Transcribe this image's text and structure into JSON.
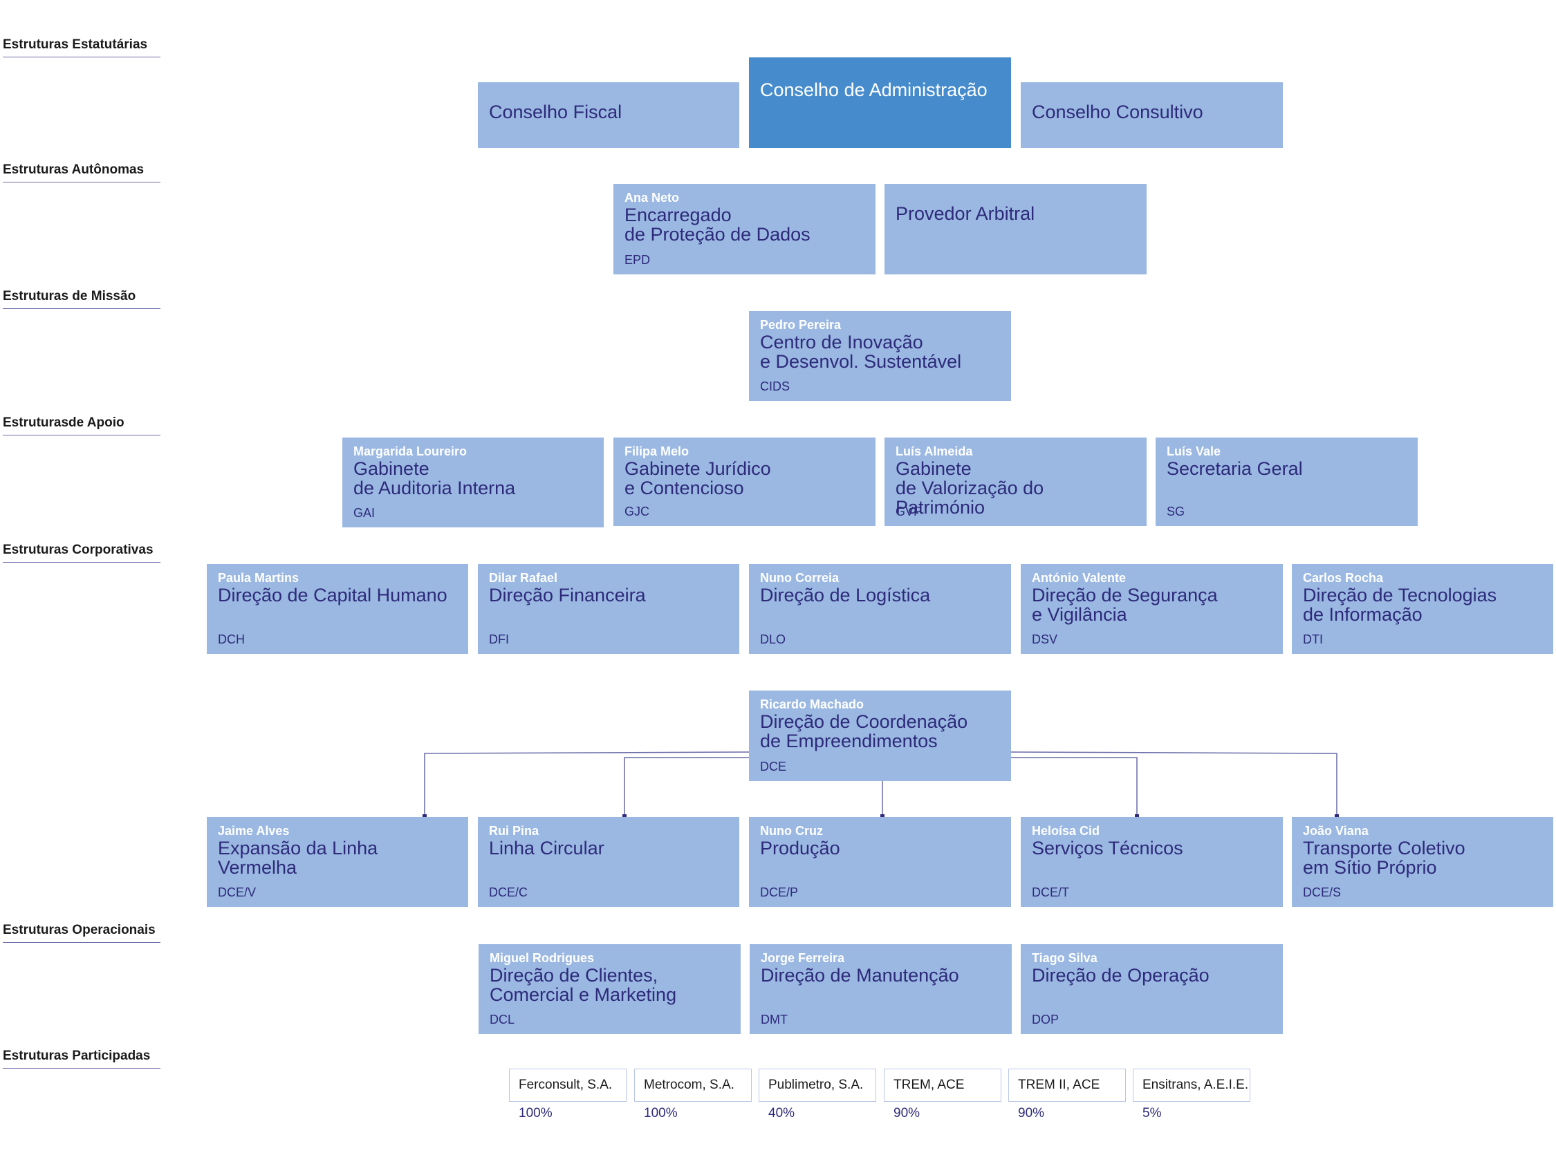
{
  "sections": {
    "estatutarias": "Estruturas Estatutárias",
    "autonomas": "Estruturas Autônomas",
    "missao": "Estruturas de Missão",
    "apoio": "Estruturasde Apoio",
    "corporativas": "Estruturas Corporativas",
    "operacionais": "Estruturas Operacionais",
    "participadas": "Estruturas Participadas"
  },
  "colors": {
    "box": "#9ab8e2",
    "box_highlight": "#468ccc",
    "text": "#2d2a7a",
    "line": "#6a6aa8"
  },
  "estatutarias": {
    "fiscal": "Conselho Fiscal",
    "administracao": "Conselho de Administração",
    "consultivo": "Conselho Consultivo"
  },
  "autonomas": {
    "epd": {
      "person": "Ana Neto",
      "title": "Encarregado\nde Proteção de Dados",
      "code": "EPD"
    },
    "provedor": "Provedor Arbitral"
  },
  "missao": {
    "cids": {
      "person": "Pedro Pereira",
      "title": "Centro de Inovação\ne Desenvol. Sustentável",
      "code": "CIDS"
    }
  },
  "apoio": [
    {
      "person": "Margarida Loureiro",
      "title": "Gabinete\nde Auditoria Interna",
      "code": "GAI"
    },
    {
      "person": "Filipa Melo",
      "title": "Gabinete Jurídico\ne Contencioso",
      "code": "GJC"
    },
    {
      "person": "Luís Almeida",
      "title": "Gabinete\nde Valorização do Património",
      "code": "GVP"
    },
    {
      "person": "Luís Vale",
      "title": "Secretaria Geral",
      "code": "SG"
    }
  ],
  "corporativas": [
    {
      "person": "Paula Martins",
      "title": "Direção de Capital Humano",
      "code": "DCH"
    },
    {
      "person": "Dilar Rafael",
      "title": "Direção Financeira",
      "code": "DFI"
    },
    {
      "person": "Nuno Correia",
      "title": "Direção de Logística",
      "code": "DLO"
    },
    {
      "person": "António Valente",
      "title": "Direção de Segurança\ne Vigilância",
      "code": "DSV"
    },
    {
      "person": "Carlos Rocha",
      "title": "Direção de Tecnologias\nde Informação",
      "code": "DTI"
    }
  ],
  "dce": {
    "person": "Ricardo Machado",
    "title": "Direção de Coordenação\nde Empreendimentos",
    "code": "DCE"
  },
  "dce_units": [
    {
      "person": "Jaime Alves",
      "title": "Expansão da Linha Vermelha",
      "code": "DCE/V"
    },
    {
      "person": "Rui Pina",
      "title": "Linha Circular",
      "code": "DCE/C"
    },
    {
      "person": "Nuno Cruz",
      "title": "Produção",
      "code": "DCE/P"
    },
    {
      "person": "Heloísa Cid",
      "title": "Serviços Técnicos",
      "code": "DCE/T"
    },
    {
      "person": "João Viana",
      "title": "Transporte Coletivo\nem Sítio Próprio",
      "code": "DCE/S"
    }
  ],
  "operacionais": [
    {
      "person": "Miguel Rodrigues",
      "title": "Direção de Clientes,\nComercial e Marketing",
      "code": "DCL"
    },
    {
      "person": "Jorge Ferreira",
      "title": "Direção de Manutenção",
      "code": "DMT"
    },
    {
      "person": "Tiago Silva",
      "title": "Direção de Operação",
      "code": "DOP"
    }
  ],
  "participadas": [
    {
      "name": "Ferconsult, S.A.",
      "pct": "100%"
    },
    {
      "name": "Metrocom, S.A.",
      "pct": "100%"
    },
    {
      "name": "Publimetro, S.A.",
      "pct": "40%"
    },
    {
      "name": "TREM, ACE",
      "pct": "90%"
    },
    {
      "name": "TREM II, ACE",
      "pct": "90%"
    },
    {
      "name": "Ensitrans, A.E.I.E.",
      "pct": "5%"
    }
  ]
}
